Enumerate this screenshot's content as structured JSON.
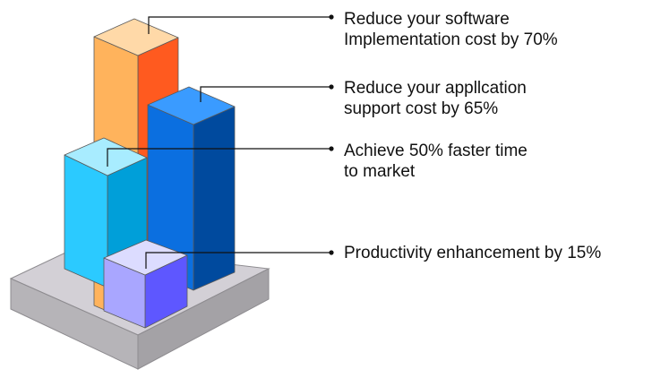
{
  "callouts": [
    {
      "id": "software-implementation",
      "lines": [
        "Reduce your software",
        "Implementation cost by 70%"
      ],
      "bar_colors": {
        "front": "#ffb35c",
        "side": "#ff5a1f",
        "top": "#ffd9a8"
      }
    },
    {
      "id": "application-support",
      "lines": [
        "Reduce your appllcation",
        "support cost by 65%"
      ],
      "bar_colors": {
        "front": "#0b6fe0",
        "side": "#004a9e",
        "top": "#3a9bff"
      }
    },
    {
      "id": "faster-time-to-market",
      "lines": [
        "Achieve 50% faster time",
        "to market"
      ],
      "bar_colors": {
        "front": "#2bcaff",
        "side": "#009fd9",
        "top": "#a8ecff"
      }
    },
    {
      "id": "productivity-enhancement",
      "lines": [
        "Productivity enhancement by 15%"
      ],
      "bar_colors": {
        "front": "#a9a6ff",
        "side": "#5e57ff",
        "top": "#dcdcff"
      }
    }
  ],
  "colors": {
    "base_top": "#d3d0d6",
    "base_front": "#b6b4b8",
    "base_side": "#a4a2a6",
    "base_stroke": "#8e8c90",
    "leader_line": "#111111",
    "bar_stroke": "#5a5a5a"
  }
}
